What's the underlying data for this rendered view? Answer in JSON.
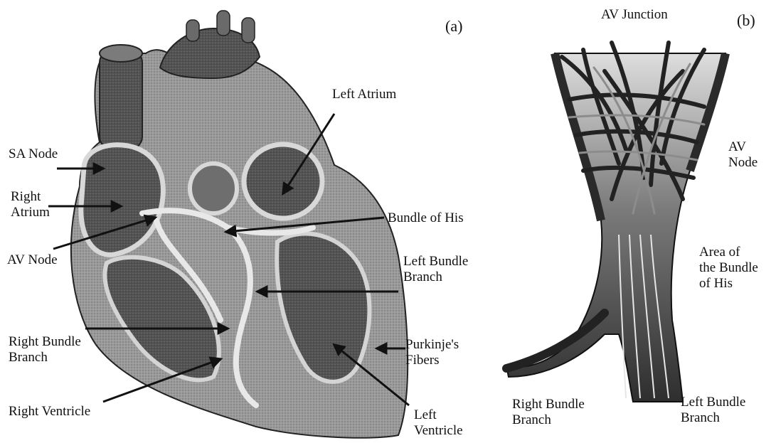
{
  "panel_a": {
    "tag": "(a)",
    "labels": {
      "sa_node": "SA Node",
      "right_atrium": [
        "Right",
        "Atrium"
      ],
      "av_node": "AV Node",
      "left_atrium": "Left Atrium",
      "bundle_of_his": "Bundle of His",
      "left_bundle_branch": [
        "Left Bundle",
        "Branch"
      ],
      "right_bundle_branch": [
        "Right Bundle",
        "Branch"
      ],
      "purkinje_fibers": [
        "Purkinje's",
        "Fibers"
      ],
      "right_ventricle": "Right Ventricle",
      "left_ventricle": [
        "Left",
        "Ventricle"
      ]
    }
  },
  "panel_b": {
    "tag": "(b)",
    "labels": {
      "av_junction": "AV Junction",
      "av_node": [
        "AV",
        "Node"
      ],
      "area_bundle_his": [
        "Area of",
        "the Bundle",
        "of His"
      ],
      "right_bundle_branch": [
        "Right Bundle",
        "Branch"
      ],
      "left_bundle_branch": [
        "Left Bundle",
        "Branch"
      ]
    }
  },
  "colors": {
    "ink": "#111111",
    "tissue_dark": "#3a3a3a",
    "tissue_mid": "#7d7d7d",
    "tissue_light": "#c9c9c9",
    "background": "#ffffff"
  }
}
